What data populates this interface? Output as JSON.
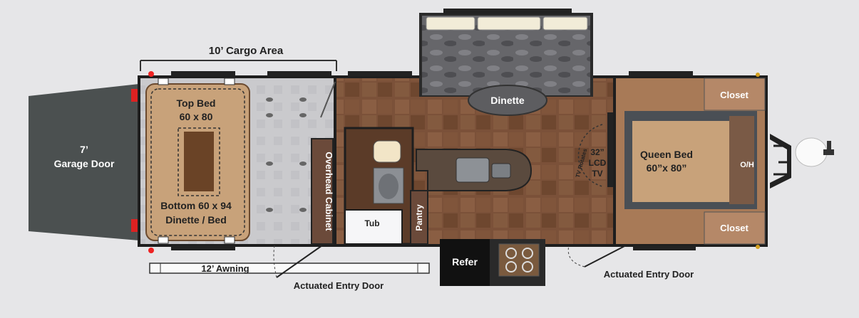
{
  "labels": {
    "cargo_area": "10’ Cargo Area",
    "garage_door_line1": "7’",
    "garage_door_line2": "Garage Door",
    "top_bed_line1": "Top Bed",
    "top_bed_line2": "60 x 80",
    "bottom_bed_line1": "Bottom 60 x 94",
    "bottom_bed_line2": "Dinette / Bed",
    "overhead_cabinet": "Overhead Cabinet",
    "tub": "Tub",
    "pantry": "Pantry",
    "refer": "Refer",
    "dinette": "Dinette",
    "tv_line1": "32”",
    "tv_line2": "LCD",
    "tv_line3": "TV",
    "tv_rotates": "TV Rotates",
    "queen_bed_line1": "Queen Bed",
    "queen_bed_line2": "60”x 80”",
    "closet_top": "Closet",
    "closet_bottom": "Closet",
    "oh": "O/H",
    "awning": "12’ Awning",
    "entry_door_left": "Actuated Entry Door",
    "entry_door_right": "Actuated Entry Door"
  },
  "colors": {
    "background": "#e6e6e8",
    "garage": "#4a4f4f",
    "cargo_floor": "#c9c9cc",
    "bed_tan": "#c9a37a",
    "floor_tile": "#7a5036",
    "bedroom_floor": "#a97a58",
    "slideout": "#5a5a5e",
    "cabinet": "#6b4a3a",
    "wall": "#1e1e1e"
  }
}
